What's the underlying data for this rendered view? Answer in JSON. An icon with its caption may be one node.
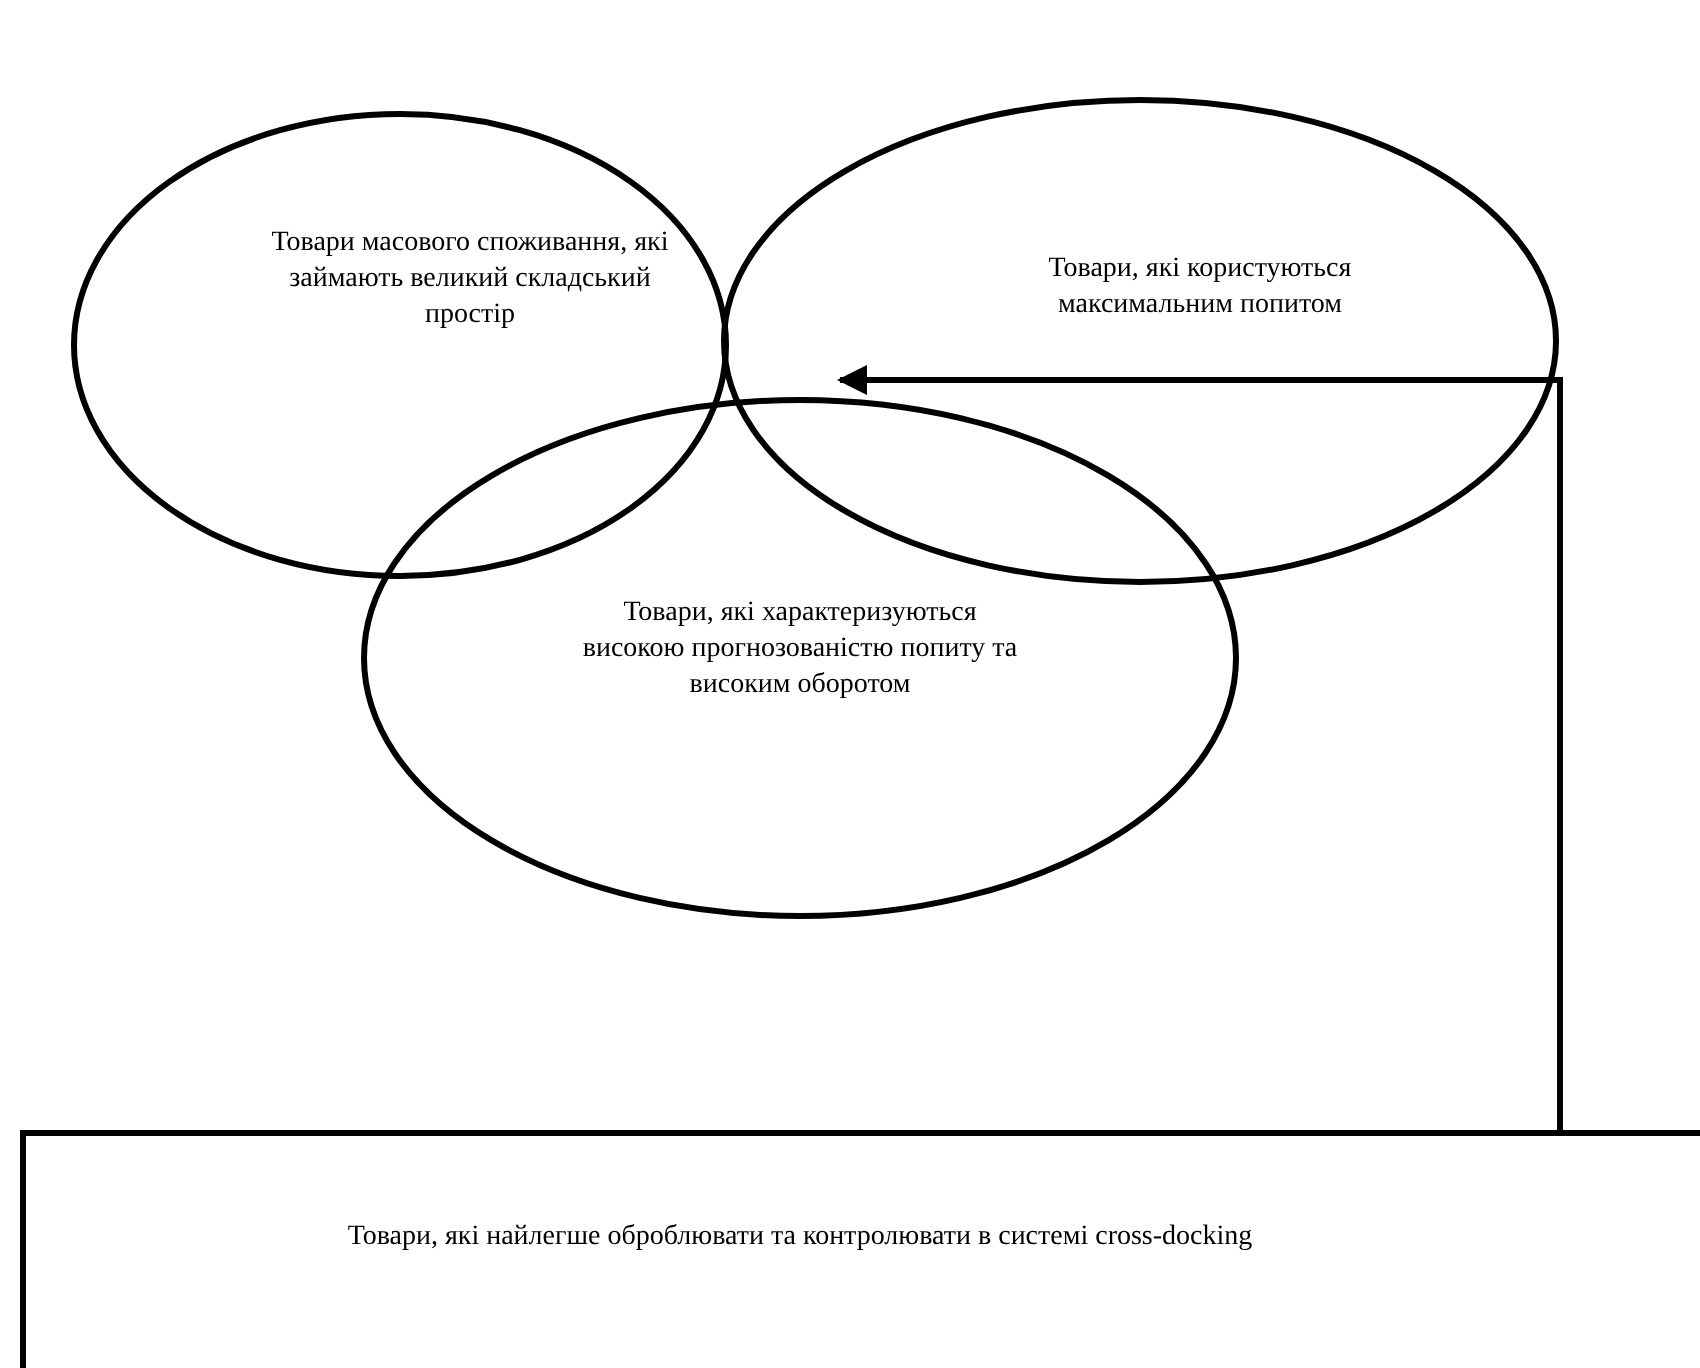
{
  "diagram": {
    "nodes": [
      {
        "text": [
          "Товари масового споживання, які займають великий складський простір"
        ]
      },
      {
        "text": [
          "Товари, які користуються максимальним попитом"
        ]
      },
      {
        "text": [
          "Товари, які характеризуються високою прогнозованістю попиту та високим оборотом"
        ]
      },
      {
        "text": [
          "Товари, які найлегше оброблювати та контролювати в системі cross-docking"
        ]
      }
    ],
    "edges": [
      {
        "from": 3,
        "to": 1,
        "arrow": "to"
      }
    ]
  }
}
